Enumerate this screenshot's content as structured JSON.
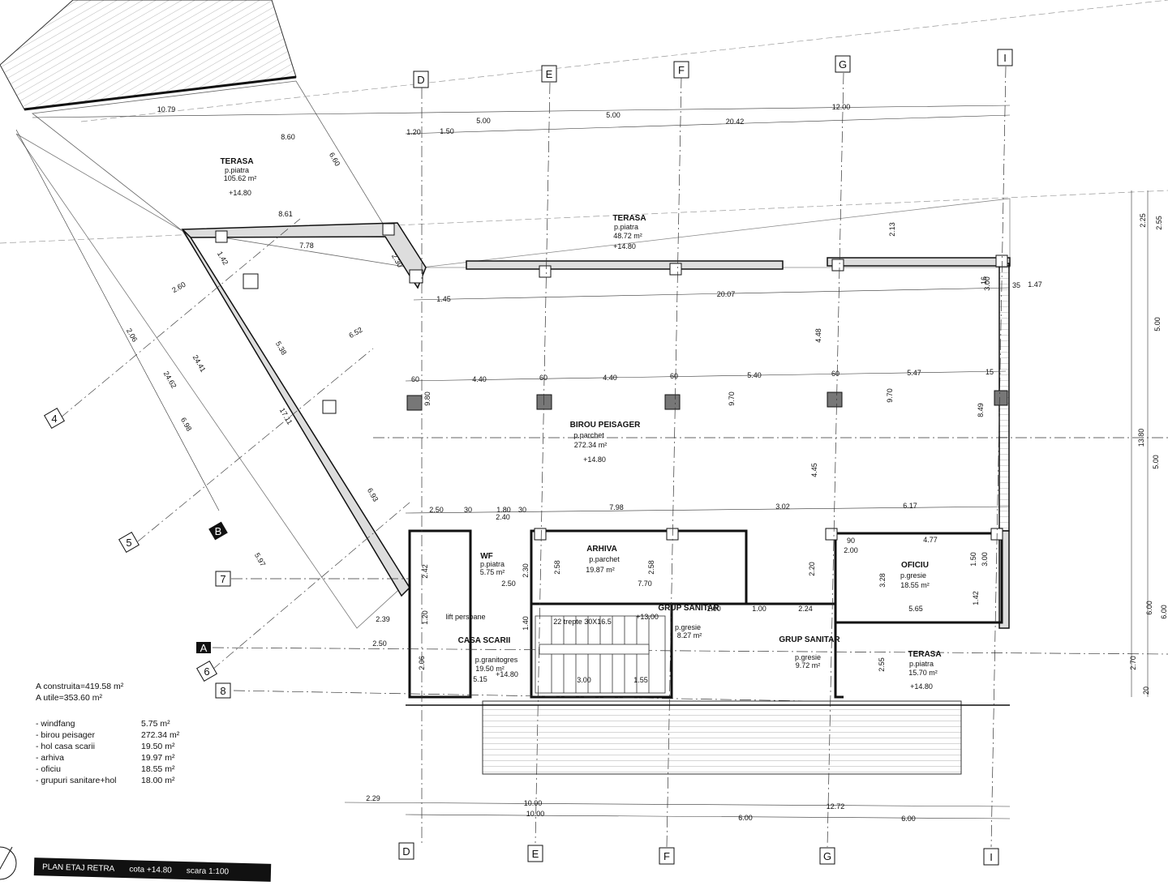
{
  "drawing": {
    "title": "PLAN ETAJ RETRA",
    "cota": "cota +14.80",
    "scale": "scara 1:100"
  },
  "axes": {
    "columns": [
      "D",
      "E",
      "F",
      "G",
      "I"
    ],
    "rows": [
      "4",
      "5",
      "6",
      "7",
      "8"
    ],
    "sections": [
      "A",
      "B"
    ]
  },
  "rooms": [
    {
      "name": "TERASA",
      "floor": "p.piatra",
      "area": "105.62 m²",
      "level": "+14.80"
    },
    {
      "name": "TERASA",
      "floor": "p.piatra",
      "area": "48.72 m²",
      "level": "+14.80"
    },
    {
      "name": "BIROU PEISAGER",
      "floor": "p.parchet",
      "area": "272.34 m²",
      "level": "+14.80"
    },
    {
      "name": "WF",
      "floor": "p.piatra",
      "area": "5.75 m²"
    },
    {
      "name": "ARHIVA",
      "floor": "p.parchet",
      "area": "19.87 m²"
    },
    {
      "name": "OFICIU",
      "floor": "p.gresie",
      "area": "18.55 m²"
    },
    {
      "name": "CASA SCARII",
      "floor": "p.granitogres",
      "area": "19.50 m²",
      "level": "+14.80"
    },
    {
      "name": "GRUP SANITAR",
      "floor": "p.gresie",
      "area": "8.27 m²"
    },
    {
      "name": "GRUP SANITAR",
      "floor": "p.gresie",
      "area": "9.72 m²"
    },
    {
      "name": "TERASA",
      "floor": "p.piatra",
      "area": "15.70 m²",
      "level": "+14.80"
    }
  ],
  "labels": {
    "lift": "lift persoane",
    "stairs": "22 trepte 30X16.5",
    "stair_level": "+13.00",
    "stair_area": "5.15"
  },
  "dimensions": {
    "top": [
      "10.79",
      "8.60",
      "1.20",
      "1.50",
      "5.00",
      "5.00",
      "20.42",
      "12.00",
      "6.60",
      "8.61",
      "7.78",
      "2.30"
    ],
    "inner": [
      "1.45",
      "20.07",
      "60",
      "4.40",
      "60",
      "4.40",
      "60",
      "5.40",
      "60",
      "5.47",
      "15",
      "9.80",
      "9.70",
      "9.70",
      "4.48",
      "4.45",
      "8.49",
      "2.13",
      "16",
      "1.47",
      "35",
      "3.00"
    ],
    "lower": [
      "2.50",
      "30",
      "1.80",
      "30",
      "2.40",
      "7.98",
      "3.02",
      "6.17",
      "4.77",
      "2.00",
      "90",
      "2.58",
      "2.30",
      "2.58",
      "7.70",
      "2.50",
      "1.00",
      "2.20",
      "1.50",
      "3.00",
      "3.28",
      "5.65",
      "1.42",
      "2.24",
      "1.00",
      "2.55",
      "1.40",
      "3.00",
      "1.55",
      "2.39",
      "2.50",
      "2.42",
      "1.20",
      "2.06"
    ],
    "diag": [
      "2.60",
      "2.06",
      "24.41",
      "24.62",
      "6.52",
      "5.38",
      "17.11",
      "6.93",
      "5.97",
      "6.98",
      "1.42"
    ],
    "bottom": [
      "2.29",
      "10.00",
      "10.00",
      "12.72",
      "6.00",
      "6.00"
    ],
    "right": [
      "2.25",
      "2.55",
      "5.00",
      "13.80",
      "5.00",
      "6.00",
      "6.00",
      "2.70",
      "20"
    ]
  },
  "summary": {
    "a_construita": "A construita=419.58 m²",
    "a_utile": "A utile=353.60 m²",
    "items": [
      {
        "name": "- windfang",
        "area": "5.75 m²"
      },
      {
        "name": "- birou peisager",
        "area": "272.34 m²"
      },
      {
        "name": "- hol casa scarii",
        "area": "19.50 m²"
      },
      {
        "name": "- arhiva",
        "area": "19.97 m²"
      },
      {
        "name": "- oficiu",
        "area": "18.55 m²"
      },
      {
        "name": "- grupuri sanitare+hol",
        "area": "18.00 m²"
      }
    ]
  }
}
